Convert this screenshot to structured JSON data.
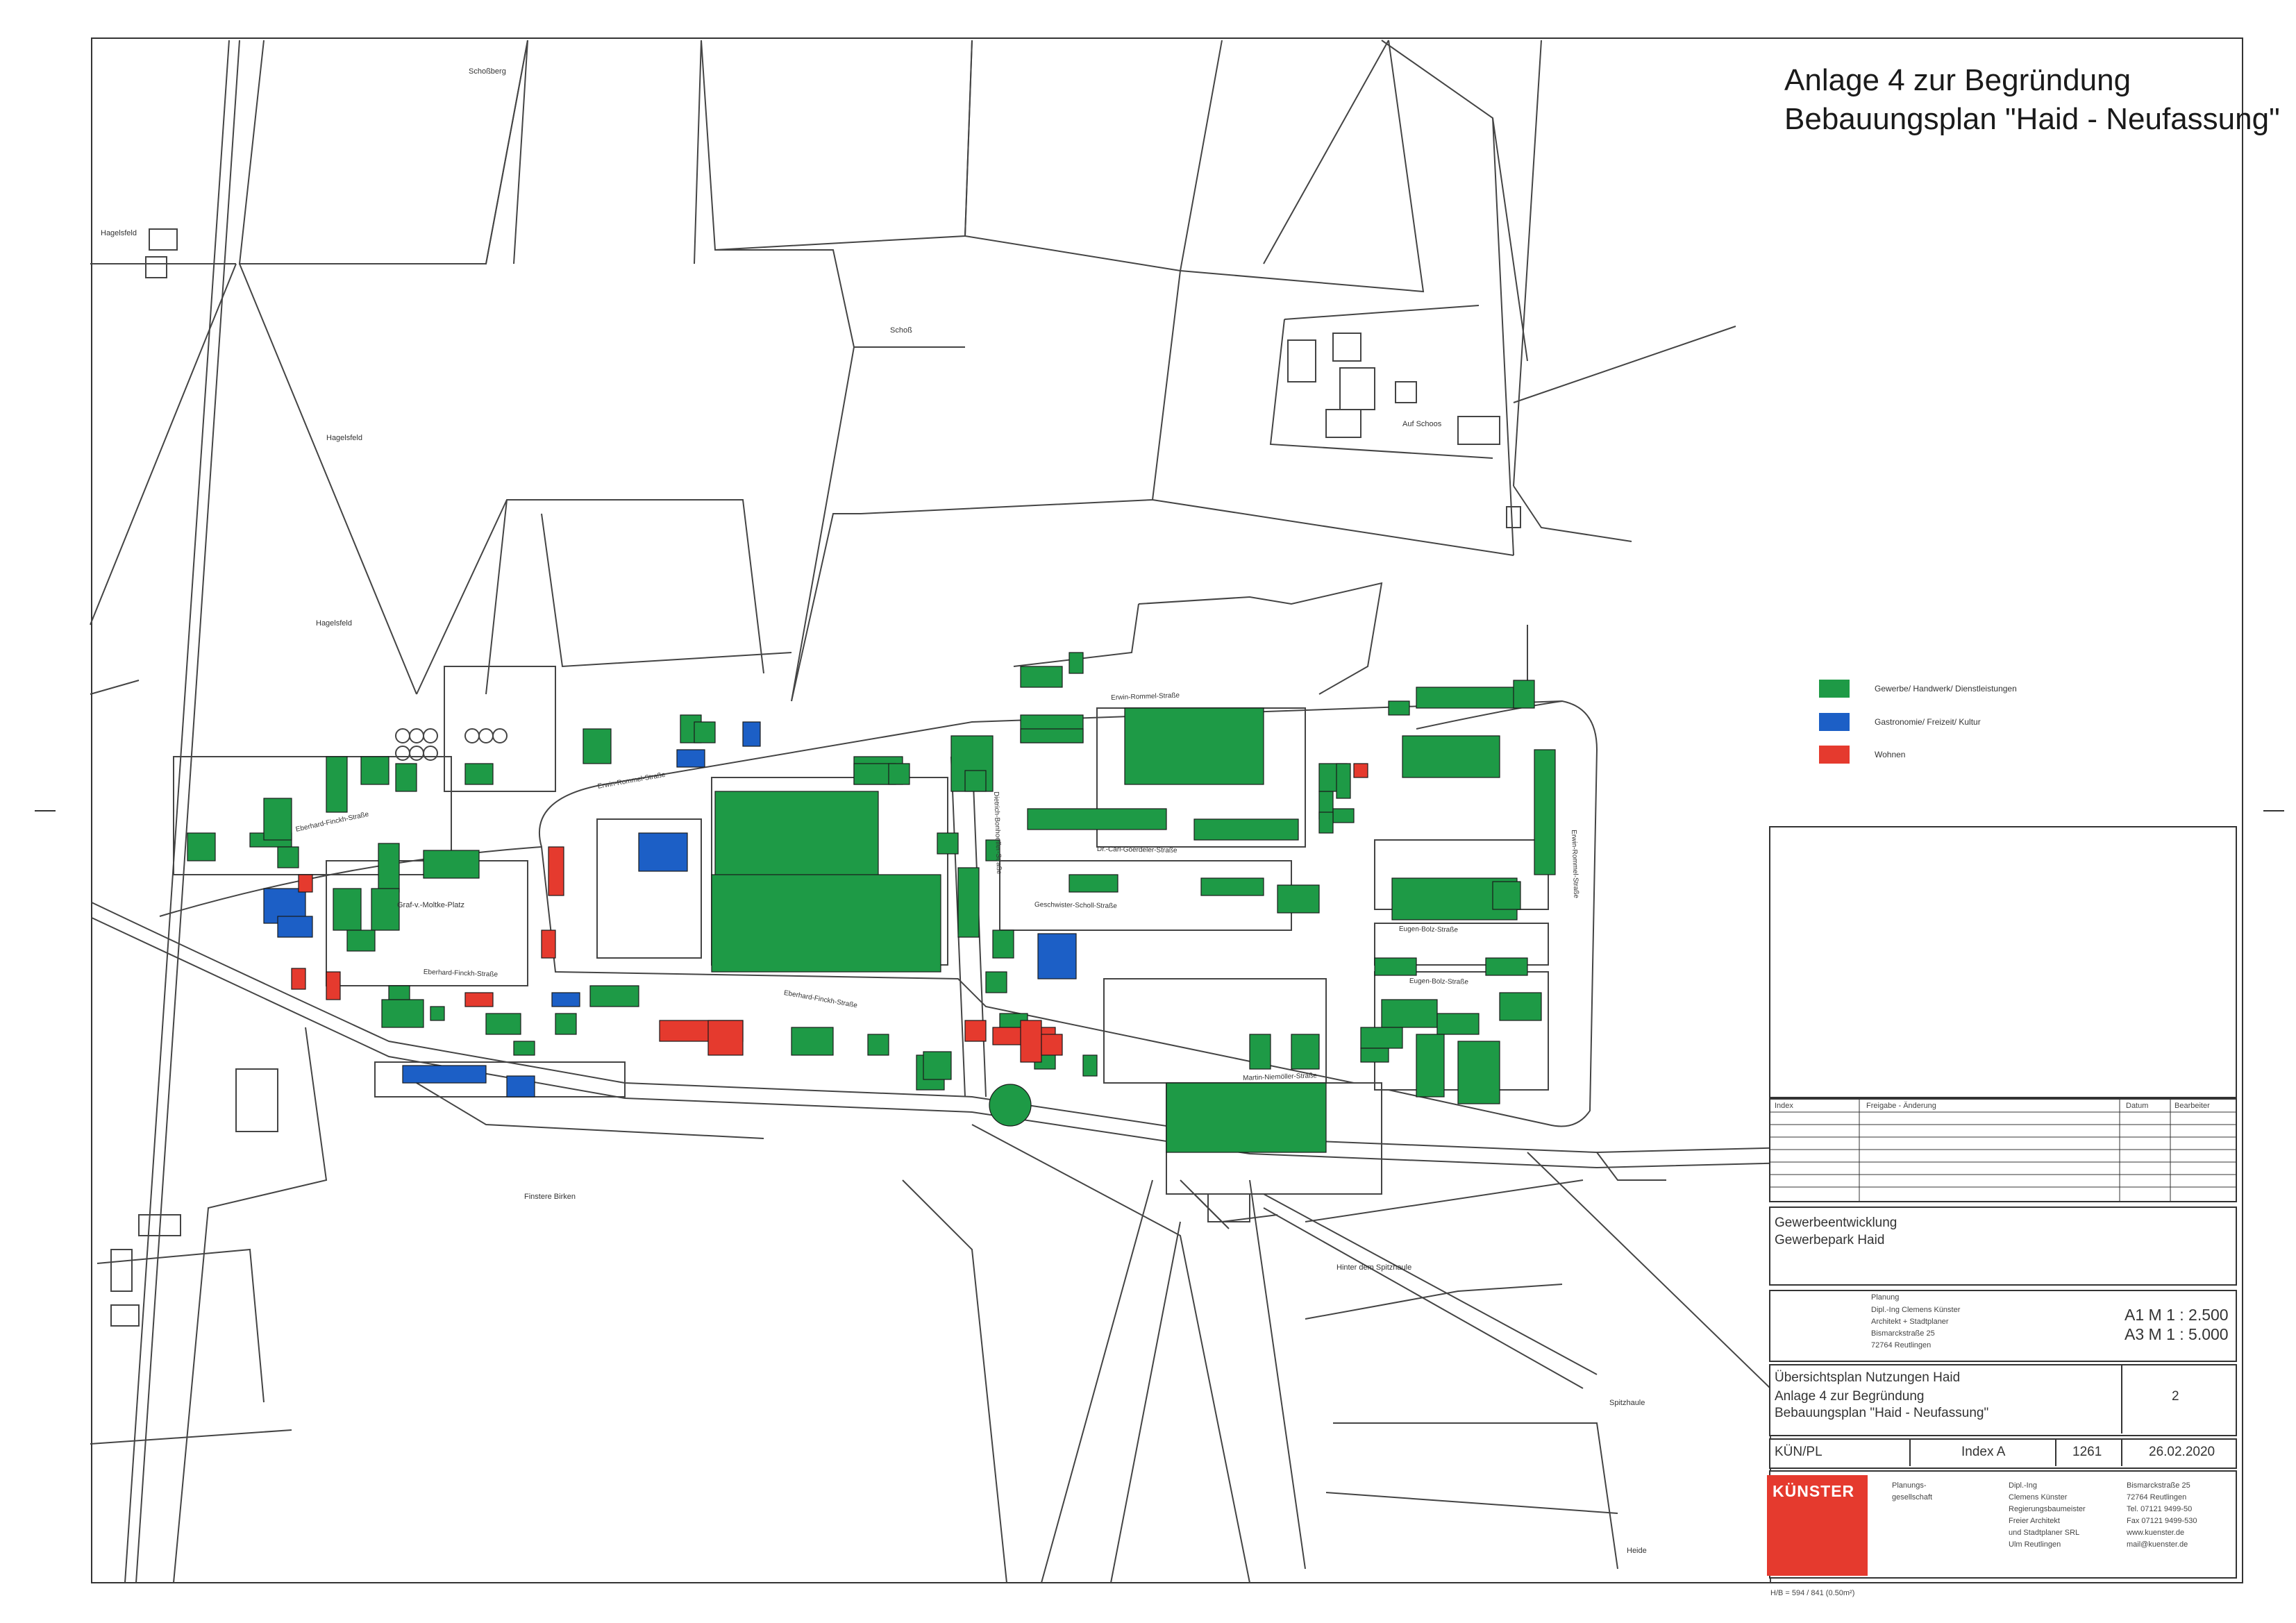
{
  "title": {
    "line1": "Anlage 4 zur Begründung",
    "line2": "Bebauungsplan \"Haid - Neufassung\""
  },
  "colors": {
    "gewerbe": "#1e9a46",
    "gastronomie": "#1c5fc6",
    "wohnen": "#e53a2e"
  },
  "legend": [
    {
      "label": "Gewerbe/ Handwerk/ Dienstleistungen",
      "color": "#1e9a46"
    },
    {
      "label": "Gastronomie/ Freizeit/ Kultur",
      "color": "#1c5fc6"
    },
    {
      "label": "Wohnen",
      "color": "#e53a2e"
    }
  ],
  "place_labels": {
    "schossberg": "Schoßberg",
    "hagelsfeld_1": "Hagelsfeld",
    "hagelsfeld_2": "Hagelsfeld",
    "hagelsfeld_3": "Hagelsfeld",
    "schoss": "Schoß",
    "auf_schoos": "Auf Schoos",
    "finstere_birken": "Finstere Birken",
    "hinter_dem_spitzhaule": "Hinter dem Spitzhaule",
    "spitzhaule": "Spitzhaule",
    "heide": "Heide",
    "graf_moltke_platz": "Graf-v.-Moltke-Platz"
  },
  "streets": {
    "erwin_rommel_1": "Erwin-Rommel-Straße",
    "erwin_rommel_2": "Erwin-Rommel-Straße",
    "eberhard_finckh_1": "Eberhard-Finckh-Straße",
    "eberhard_finckh_2": "Eberhard-Finckh-Straße",
    "eberhard_finckh_3": "Eberhard-Finckh-Straße",
    "goerdeler": "Dr.-Carl-Goerdeler-Straße",
    "scholl": "Geschwister-Scholl-Straße",
    "bolz_1": "Eugen-Bolz-Straße",
    "bolz_2": "Eugen-Bolz-Straße",
    "niemoeller": "Martin-Niemöller-Straße",
    "bonhoeffer": "Dietrich-Bonhoeffer-Straße",
    "rommel_vert": "Erwin-Rommel-Straße"
  },
  "title_block": {
    "revision_headers": [
      "Index",
      "Freigabe - Änderung",
      "Datum",
      "Bearbeiter"
    ],
    "project_line1": "Gewerbeentwicklung",
    "project_line2": "Gewerbepark Haid",
    "planning_label": "Planung",
    "planner_lines": [
      "Dipl.-Ing Clemens Künster",
      "Architekt + Stadtplaner",
      "Bismarckstraße 25",
      "72764 Reutlingen"
    ],
    "scale_a1": "A1 M 1 : 2.500",
    "scale_a3": "A3 M 1 : 5.000",
    "plan_line1": "Übersichtsplan Nutzungen Haid",
    "plan_line2": "Anlage 4 zur Begründung",
    "plan_line3": "Bebauungsplan \"Haid - Neufassung\"",
    "plan_number": "2",
    "initials": "KÜN/PL",
    "index": "Index A",
    "project_no": "1261",
    "date": "26.02.2020",
    "logo": "KÜNSTER",
    "company_lines": [
      "Planungs-",
      "gesellschaft"
    ],
    "person_lines": [
      "Dipl.-Ing",
      "Clemens Künster",
      "Regierungsbaumeister",
      "Freier Architekt",
      "und Stadtplaner SRL",
      "Ulm    Reutlingen"
    ],
    "contact_lines": [
      "Bismarckstraße 25",
      "72764 Reutlingen",
      "Tel. 07121 9499-50",
      "Fax 07121 9499-530",
      "www.kuenster.de",
      "mail@kuenster.de"
    ],
    "footer": "H/B = 594 / 841 (0.50m²)"
  }
}
